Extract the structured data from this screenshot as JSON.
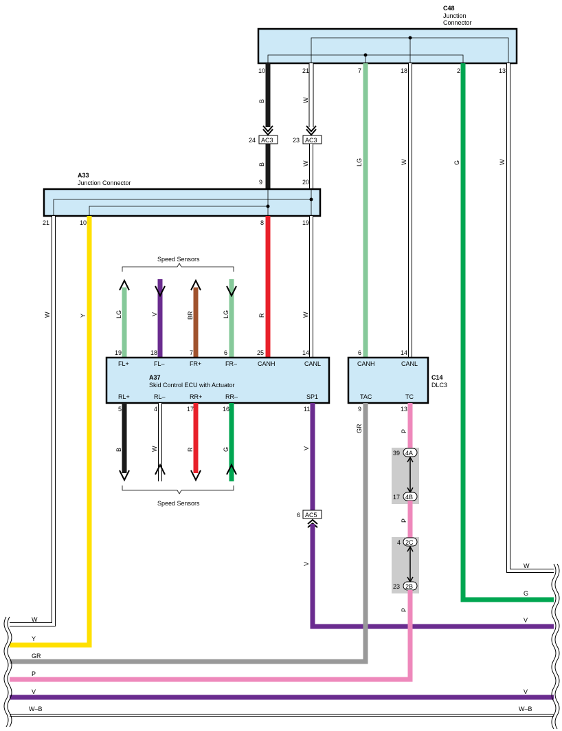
{
  "colors": {
    "B": "#1a1a1a",
    "W": "#ffffff",
    "LG": "#86c99a",
    "G": "#00a651",
    "Y": "#ffe000",
    "R": "#e8202a",
    "V": "#6a2c8f",
    "BR": "#a0522d",
    "GR": "#999999",
    "P": "#ee88bb",
    "box": "#cde9f7",
    "shade": "#cccccc"
  },
  "c48": {
    "name": "C48",
    "desc1": "Junction",
    "desc2": "Connector",
    "pins": [
      {
        "num": "10",
        "code": "B"
      },
      {
        "num": "21",
        "code": "W"
      },
      {
        "num": "7",
        "code": "LG"
      },
      {
        "num": "18",
        "code": "W"
      },
      {
        "num": "2",
        "code": "G"
      },
      {
        "num": "13",
        "code": "W"
      }
    ]
  },
  "ac3": {
    "label": "AC3",
    "pins": [
      {
        "num": "24",
        "wire": "B"
      },
      {
        "num": "23",
        "wire": "W"
      }
    ],
    "below": [
      {
        "wire": "B"
      },
      {
        "wire": "W"
      }
    ]
  },
  "a33": {
    "name": "A33",
    "desc": "Junction Connector",
    "top_pins": [
      "9",
      "20"
    ],
    "bottom_pins": [
      "21",
      "10",
      "8",
      "19"
    ]
  },
  "a33_wires": [
    {
      "code": "W"
    },
    {
      "code": "Y"
    },
    {
      "code": "R"
    },
    {
      "code": "W"
    }
  ],
  "speed_top": {
    "title": "Speed Sensors",
    "wires": [
      "LG",
      "V",
      "BR",
      "LG"
    ]
  },
  "speed_bottom": {
    "title": "Speed Sensors",
    "wires": [
      "B",
      "W",
      "R",
      "G"
    ]
  },
  "a37": {
    "name": "A37",
    "desc": "Skid Control ECU with Actuator",
    "top": [
      {
        "pin": "19",
        "label": "FL+"
      },
      {
        "pin": "18",
        "label": "FL–"
      },
      {
        "pin": "7",
        "label": "FR+"
      },
      {
        "pin": "6",
        "label": "FR–"
      },
      {
        "pin": "25",
        "label": "CANH"
      },
      {
        "pin": "14",
        "label": "CANL"
      }
    ],
    "bottom": [
      {
        "pin": "5",
        "label": "RL+"
      },
      {
        "pin": "4",
        "label": "RL–"
      },
      {
        "pin": "17",
        "label": "RR+"
      },
      {
        "pin": "16",
        "label": "RR–"
      },
      {
        "pin": "11",
        "label": "SP1"
      }
    ]
  },
  "c14": {
    "name": "C14",
    "desc": "DLC3",
    "top": [
      {
        "pin": "6",
        "label": "CANH"
      },
      {
        "pin": "14",
        "label": "CANL"
      }
    ],
    "bottom": [
      {
        "pin": "9",
        "label": "TAC"
      },
      {
        "pin": "13",
        "label": "TC"
      }
    ]
  },
  "ac5": {
    "pin": "6",
    "label": "AC5",
    "wire_above": "V",
    "wire_below": "V"
  },
  "tc_wire": {
    "code1": "P",
    "code2": "P",
    "code3": "P"
  },
  "tac_wire": {
    "code": "GR"
  },
  "junctions": [
    {
      "pin": "39",
      "label": "4A"
    },
    {
      "pin": "17",
      "label": "4B"
    },
    {
      "pin": "4",
      "label": "2C"
    },
    {
      "pin": "23",
      "label": "2B"
    }
  ],
  "right_bus": [
    {
      "label": "W"
    },
    {
      "label": "G"
    },
    {
      "label": "V"
    }
  ],
  "left_bus": [
    {
      "label": "W"
    },
    {
      "label": "Y"
    },
    {
      "label": "GR"
    },
    {
      "label": "P"
    },
    {
      "label": "V"
    },
    {
      "label": "W–B"
    }
  ],
  "bottom_right": [
    {
      "label": "V"
    },
    {
      "label": "W–B"
    }
  ]
}
